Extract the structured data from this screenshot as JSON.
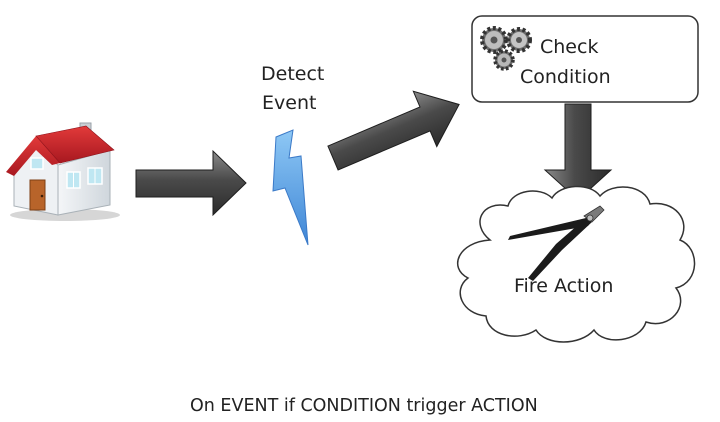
{
  "labels": {
    "detect_line1": "Detect",
    "detect_line2": "Event",
    "check_line1": "Check",
    "check_line2": "Condition",
    "fire_action": "Fire Action",
    "caption": "On EVENT if CONDITION trigger ACTION"
  },
  "icons": {
    "house": "house-icon",
    "lightning": "lightning-bolt-icon",
    "gears": "gears-icon",
    "pliers": "pliers-icon"
  },
  "colors": {
    "roof": "#c8202a",
    "house_wall": "#e9edf1",
    "door": "#b8642a",
    "window": "#bfe7f2",
    "lightning": "#5aa2e6",
    "arrow_dark": "#2f2f2f",
    "arrow_light": "#8a8a8a",
    "box_border": "#333333"
  }
}
